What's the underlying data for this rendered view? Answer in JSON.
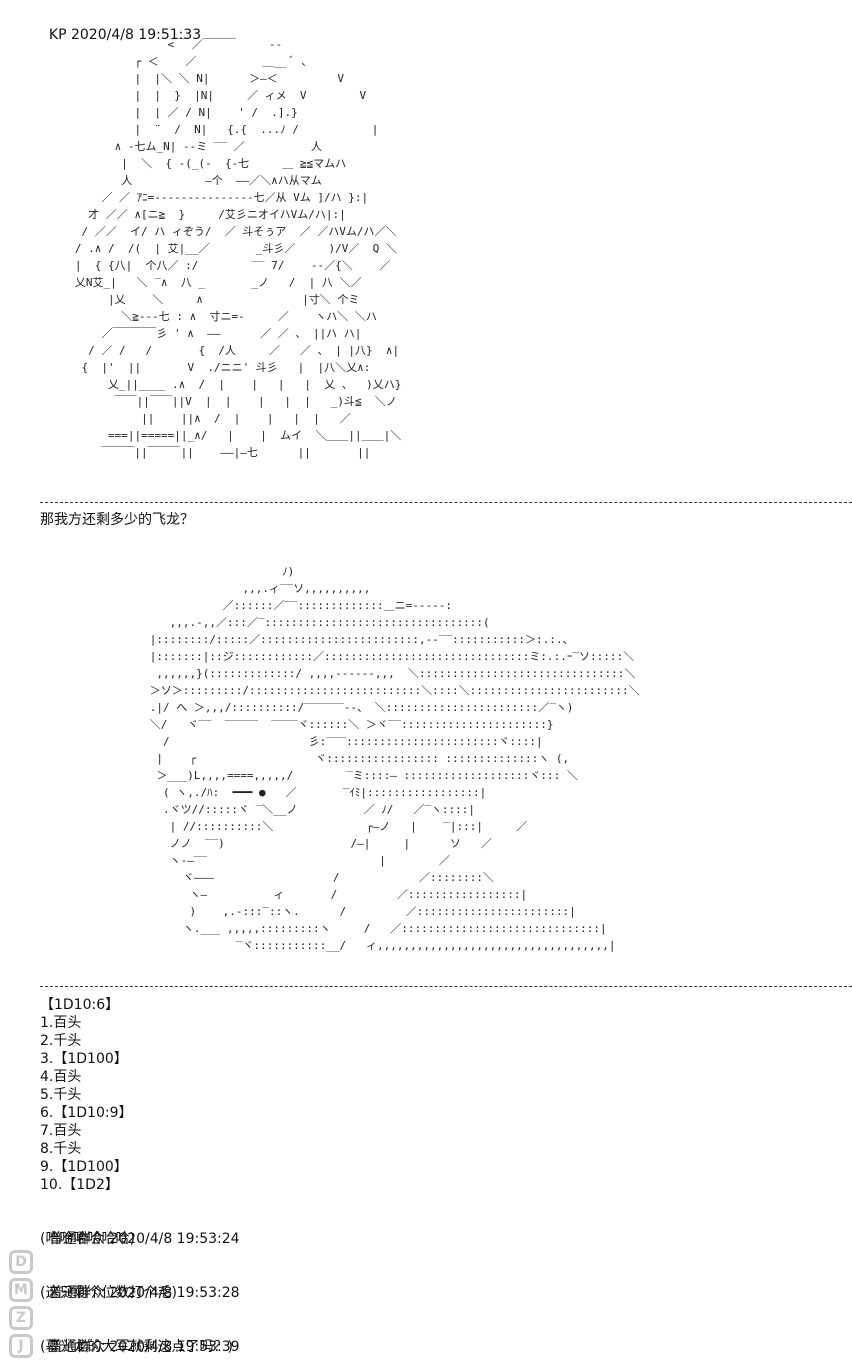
{
  "header": {
    "author": "KP",
    "timestamp": "2020/4/8 19:51:33"
  },
  "question": "那我方还剩多少的飞龙？",
  "roll_list": [
    "【1D10:6】",
    "1.百头",
    "2.千头",
    "3.【1D100】",
    "4.百头",
    "5.千头",
    "6.【1D10:9】",
    "7.百头",
    "8.千头",
    "9.【1D100】",
    "10.【1D2】"
  ],
  "comments": [
    {
      "author": "普通群众",
      "timestamp": "2020/4/8 19:53:24",
      "text": "(哈哈哈哈哈哈)"
    },
    {
      "author": "普通群众",
      "timestamp": "2020/4/8 19:53:28",
      "text": "(这只剩个位数打个毛)"
    },
    {
      "author": "普通群众",
      "timestamp": "2020/4/8 19:53:39",
      "text": "(暮光龙的大军就剩这点了吗？)"
    }
  ],
  "watermark": {
    "letters": [
      "D",
      "M",
      "Z",
      "J"
    ]
  }
}
